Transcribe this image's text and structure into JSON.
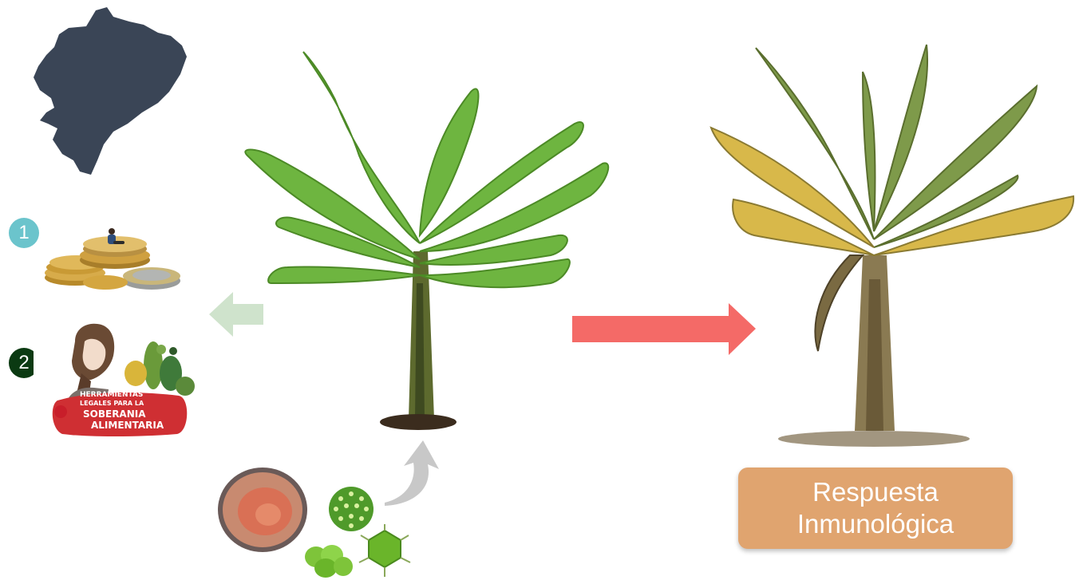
{
  "badges": [
    {
      "number": "1",
      "color": "#6bc4cc"
    },
    {
      "number": "2",
      "color": "#0b3a12"
    }
  ],
  "colors": {
    "map": "#3a4556",
    "arrow_left": "#cfe3cc",
    "arrow_right": "#f46a67",
    "arrow_curved": "#c8c8c8",
    "response_box": "#e0a46f",
    "healthy_leaf": "#6eb540",
    "sick_leaf_yellow": "#d8b84a"
  },
  "poster": {
    "line1": "HERRAMIENTAS",
    "line2": "LEGALES PARA LA",
    "line3": "SOBERANIA",
    "line4": "ALIMENTARIA"
  },
  "response": {
    "line1": "Respuesta",
    "line2": "Inmunológica"
  },
  "icons": {
    "map": "ecuador-map-icon",
    "coins": "coins-stack-icon",
    "pathogen_fungus": "fungus-culture-icon",
    "pathogen_virus": "virus-icon",
    "pathogen_bacteria": "bacteria-icon",
    "pathogen_phage": "bacteriophage-icon"
  }
}
